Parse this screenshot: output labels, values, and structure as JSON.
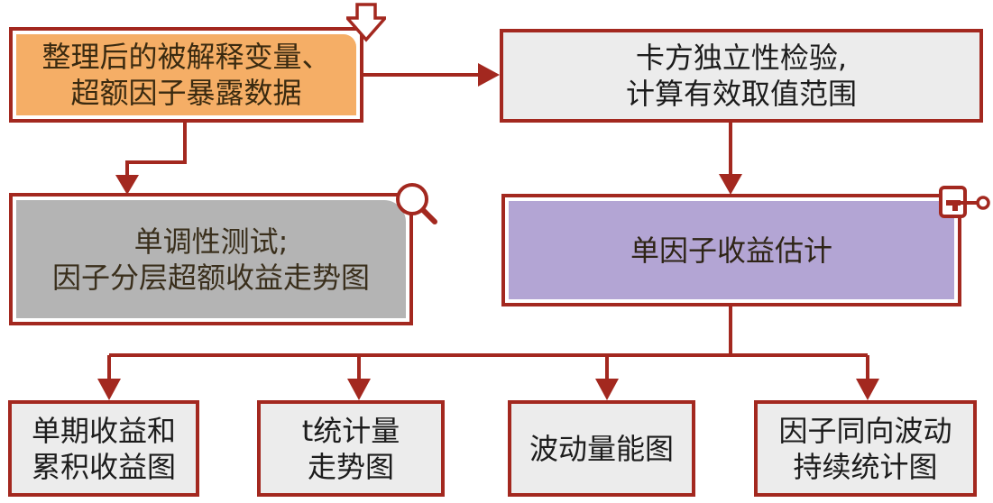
{
  "diagram": {
    "colors": {
      "border": "#a3281f",
      "data_fill": "#f5ae66",
      "test_fill": "#b4b4b4",
      "estimate_fill": "#b3a5d4",
      "output_fill": "#ececec"
    },
    "nodes": {
      "data": {
        "lines": [
          "整理后的被解释变量、",
          "超额因子暴露数据"
        ],
        "icon": "down-arrow-outline-icon"
      },
      "chi": {
        "lines": [
          "卡方独立性检验,",
          "计算有效取值范围"
        ]
      },
      "mono": {
        "lines": [
          "单调性测试;",
          "因子分层超额收益走势图"
        ],
        "icon": "magnifier-icon"
      },
      "estimate": {
        "lines": [
          "单因子收益估计"
        ],
        "icon": "key-icon"
      },
      "outputs": [
        {
          "lines": [
            "单期收益和",
            "累积收益图"
          ]
        },
        {
          "lines": [
            "t统计量",
            "走势图"
          ]
        },
        {
          "lines": [
            "波动量能图"
          ]
        },
        {
          "lines": [
            "因子同向波动",
            "持续统计图"
          ]
        }
      ]
    },
    "edges": [
      {
        "from": "data",
        "to": "chi"
      },
      {
        "from": "data",
        "to": "mono"
      },
      {
        "from": "chi",
        "to": "estimate"
      },
      {
        "from": "estimate",
        "to": "outputs.0"
      },
      {
        "from": "estimate",
        "to": "outputs.1"
      },
      {
        "from": "estimate",
        "to": "outputs.2"
      },
      {
        "from": "estimate",
        "to": "outputs.3"
      }
    ]
  }
}
